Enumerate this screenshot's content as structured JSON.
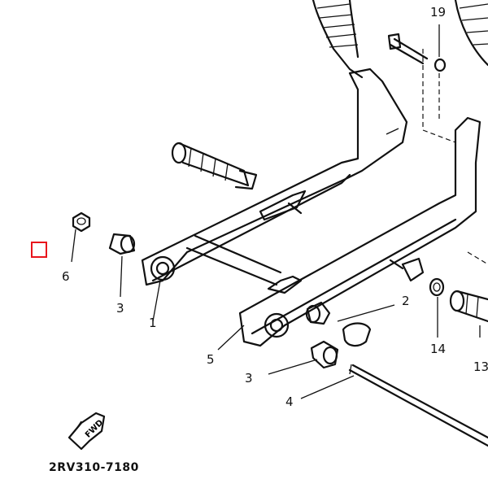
{
  "diagram": {
    "callouts": [
      {
        "id": "6",
        "label": "6"
      },
      {
        "id": "3a",
        "label": "3"
      },
      {
        "id": "1",
        "label": "1"
      },
      {
        "id": "5",
        "label": "5"
      },
      {
        "id": "2",
        "label": "2"
      },
      {
        "id": "3b",
        "label": "3"
      },
      {
        "id": "4",
        "label": "4"
      },
      {
        "id": "14",
        "label": "14"
      },
      {
        "id": "13",
        "label": "13"
      },
      {
        "id": "19",
        "label": "19"
      }
    ],
    "fwd_label": "FWD",
    "drawing_code": "2RV310-7180",
    "selection_color": "#e8141c"
  }
}
